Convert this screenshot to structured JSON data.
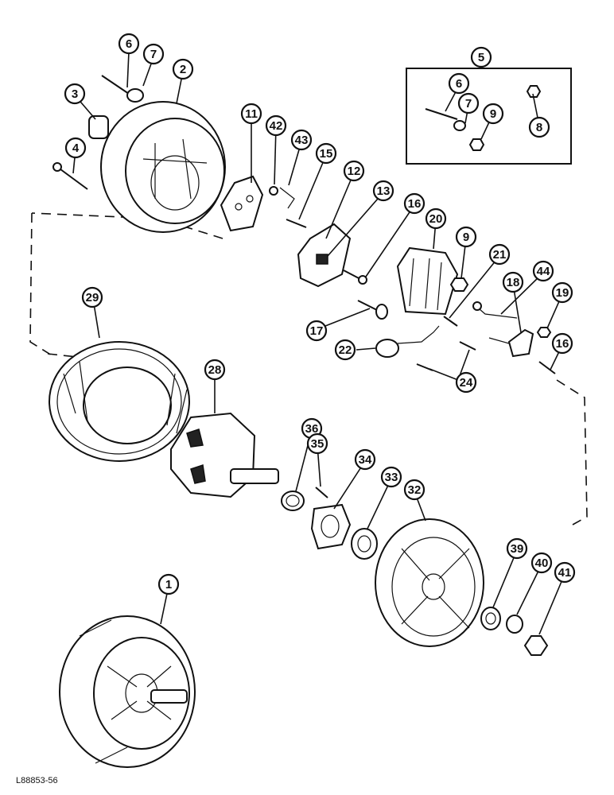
{
  "figure_ref": "L88853-56",
  "callouts": [
    "6",
    "7",
    "2",
    "3",
    "4",
    "5",
    "6",
    "7",
    "9",
    "8",
    "11",
    "42",
    "43",
    "15",
    "12",
    "13",
    "16",
    "20",
    "9",
    "21",
    "44",
    "18",
    "19",
    "16",
    "17",
    "22",
    "24",
    "29",
    "28",
    "36",
    "35",
    "34",
    "33",
    "32",
    "1",
    "39",
    "40",
    "41"
  ]
}
